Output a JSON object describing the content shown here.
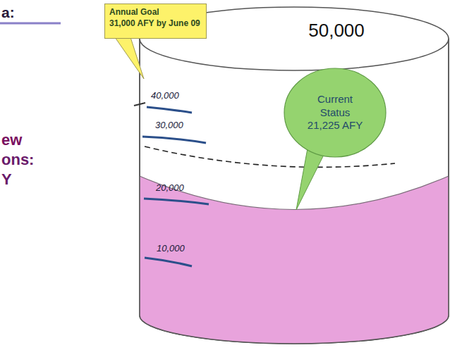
{
  "diagram": {
    "nodes": [
      {
        "text": [
          "50,000"
        ]
      },
      {
        "text": [
          "Annual Goal",
          "31,000 AFY by June 09"
        ]
      },
      {
        "text": [
          "Current Status",
          "21,225 AFY"
        ]
      }
    ],
    "labels": [
      "a:",
      "ew",
      "ons:",
      "Y",
      "40,000",
      "30,000",
      "20,000",
      "10,000"
    ]
  }
}
